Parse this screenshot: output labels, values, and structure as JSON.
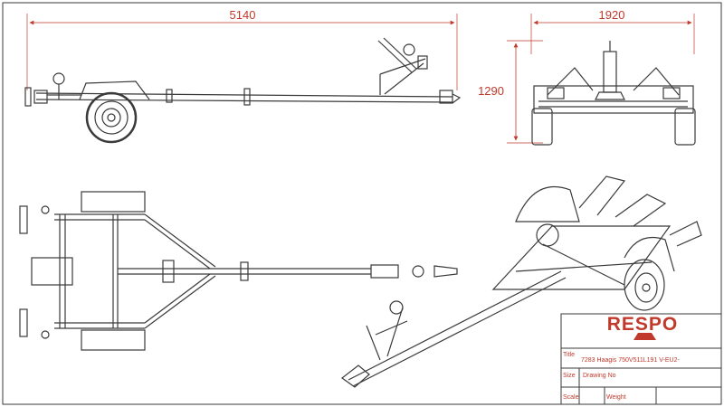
{
  "dimensions": {
    "overall_length": "5140",
    "overall_width": "1920",
    "overall_height": "1290"
  },
  "title_block": {
    "brand": "RESPO",
    "title_label": "Title",
    "title_value": "7283 Haagis 750V511L191 V-EU2-",
    "size_label": "Size",
    "drawing_no_label": "Drawing No",
    "scale_label": "Scale",
    "weight_label": "Weight"
  },
  "colors": {
    "dimension": "#c0392b",
    "brand": "#c0392b",
    "line": "#3a3a3a"
  }
}
